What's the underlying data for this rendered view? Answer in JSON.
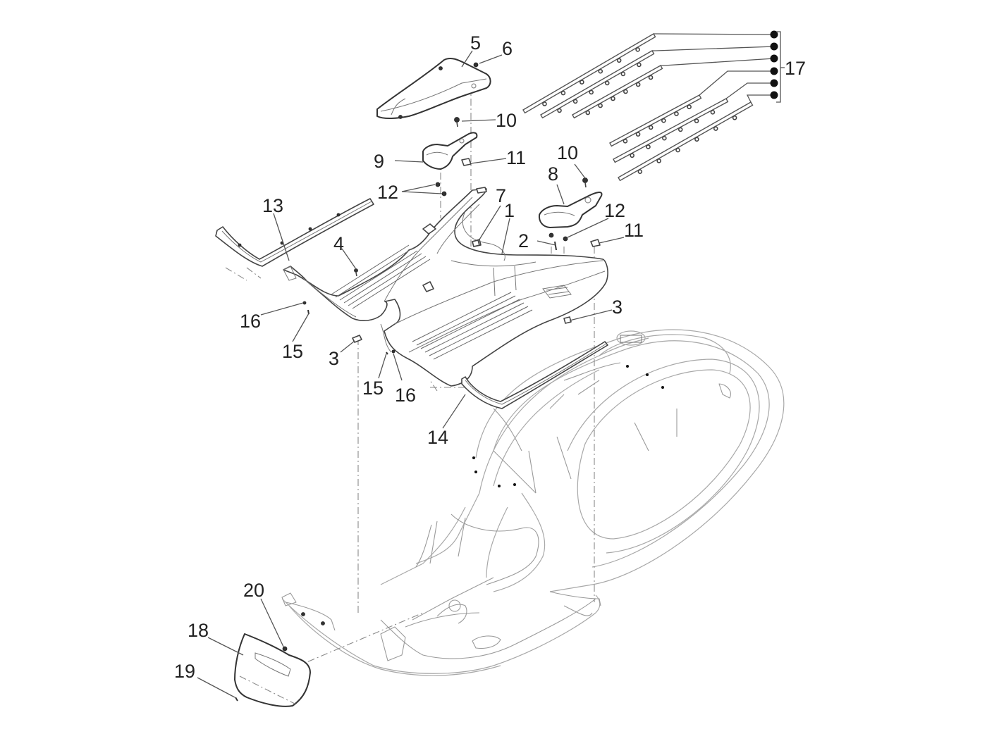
{
  "diagram": {
    "title": "Footboard / central cover exploded parts view",
    "callouts": [
      {
        "id": "1",
        "text": "1"
      },
      {
        "id": "2",
        "text": "2"
      },
      {
        "id": "3a",
        "text": "3"
      },
      {
        "id": "3b",
        "text": "3"
      },
      {
        "id": "4",
        "text": "4"
      },
      {
        "id": "5",
        "text": "5"
      },
      {
        "id": "6",
        "text": "6"
      },
      {
        "id": "7",
        "text": "7"
      },
      {
        "id": "8",
        "text": "8"
      },
      {
        "id": "9",
        "text": "9"
      },
      {
        "id": "10a",
        "text": "10"
      },
      {
        "id": "10b",
        "text": "10"
      },
      {
        "id": "11a",
        "text": "11"
      },
      {
        "id": "11b",
        "text": "11"
      },
      {
        "id": "12a",
        "text": "12"
      },
      {
        "id": "12b",
        "text": "12"
      },
      {
        "id": "13",
        "text": "13"
      },
      {
        "id": "14",
        "text": "14"
      },
      {
        "id": "15a",
        "text": "15"
      },
      {
        "id": "15b",
        "text": "15"
      },
      {
        "id": "16a",
        "text": "16"
      },
      {
        "id": "16b",
        "text": "16"
      },
      {
        "id": "17",
        "text": "17"
      },
      {
        "id": "18",
        "text": "18"
      },
      {
        "id": "19",
        "text": "19"
      },
      {
        "id": "20",
        "text": "20"
      }
    ],
    "rubber_strip_count": 6,
    "colors": {
      "line": "#444444",
      "body_line": "#a8a8a8",
      "label": "#222222",
      "background": "#ffffff"
    }
  }
}
